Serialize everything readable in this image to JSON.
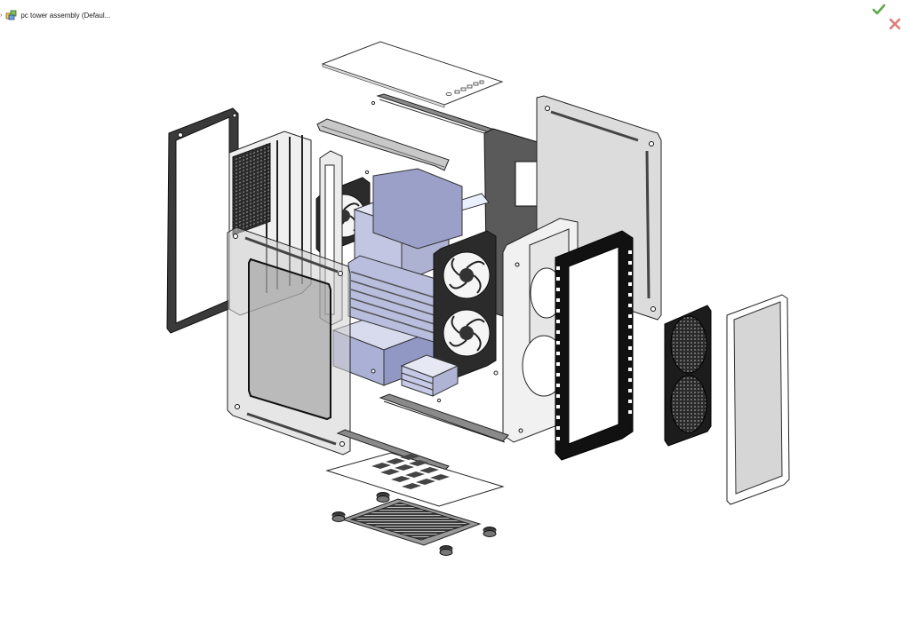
{
  "feature_tree": {
    "arrow": "›",
    "assembly_label": "pc tower assembly  (Defaul..."
  },
  "confirm_corner": {
    "accept_icon": "check-icon",
    "accept_color": "#5aa84a",
    "cancel_icon": "close-icon",
    "cancel_color": "#e07a7a"
  },
  "model": {
    "name": "pc tower assembly",
    "parts": [
      "top-panel",
      "top-rail",
      "top-rear-rail",
      "left-frame",
      "rear-io-bracket",
      "glass-side-panel",
      "small-fan",
      "power-supply",
      "twin-fan",
      "radiator",
      "gpu-block",
      "ssd-stack",
      "bottom-rails",
      "motherboard-tray",
      "rear-panel",
      "right-side-panel",
      "fan-gasket",
      "dust-filter",
      "front-panel",
      "bottom-plate",
      "bottom-vent-grille",
      "feet"
    ]
  }
}
